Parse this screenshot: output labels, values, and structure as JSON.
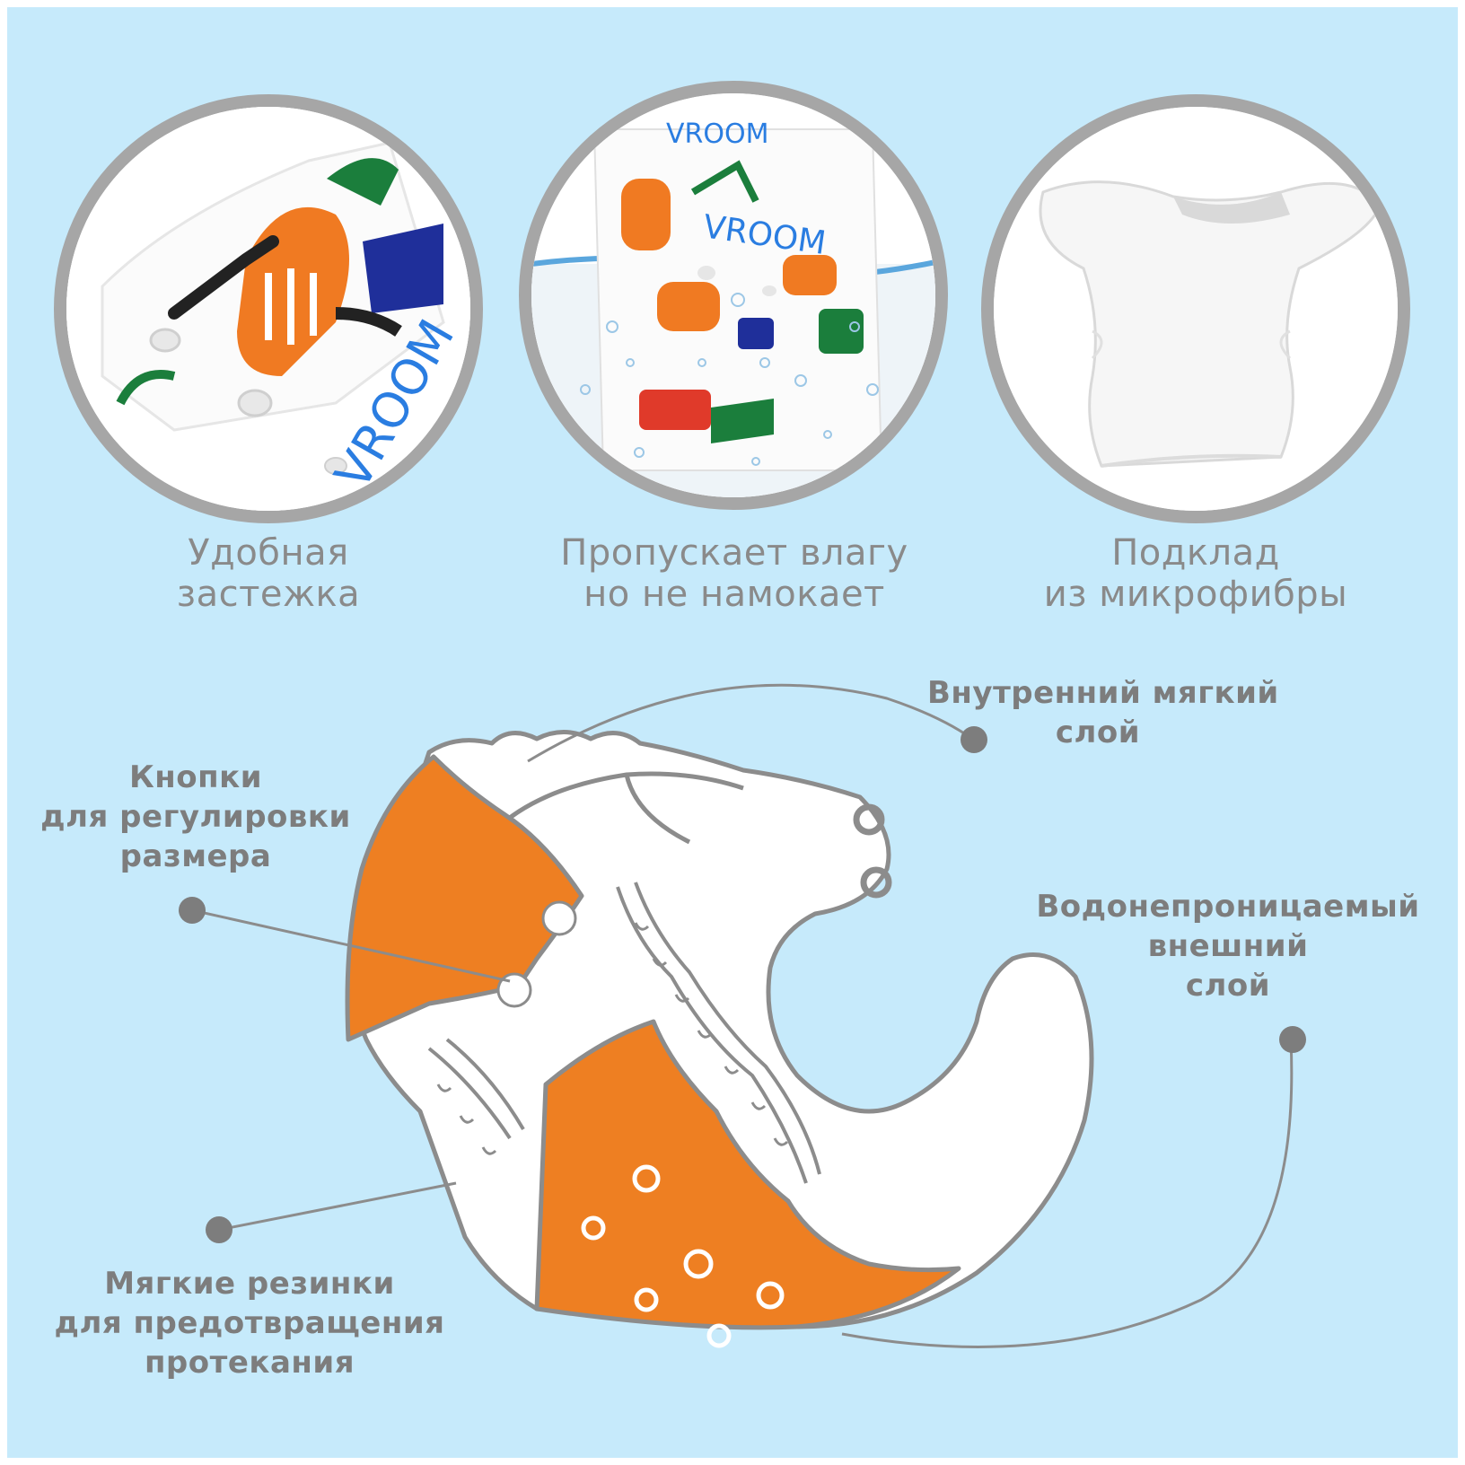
{
  "features": [
    {
      "line1": "Удобная",
      "line2": "застежка"
    },
    {
      "line1": "Пропускает влагу",
      "line2": "но не намокает"
    },
    {
      "line1": "Подклад",
      "line2": "из микрофибры"
    }
  ],
  "print_text": {
    "word": "VROOM"
  },
  "callouts": {
    "inner_layer": {
      "line1": "Внутренний мягкий",
      "line2": "слой"
    },
    "snaps": {
      "line1": "Кнопки",
      "line2": "для регулировки",
      "line3": "размера"
    },
    "outer_layer": {
      "line1": "Водонепроницаемый",
      "line2": "внешний",
      "line3": "слой"
    },
    "elastics": {
      "line1": "Мягкие резинки",
      "line2": "для предотвращения",
      "line3": "протекания"
    }
  },
  "colors": {
    "background": "#c6eafb",
    "ring": "#a6a6a6",
    "orange": "#ee7f22",
    "outline": "#8c8c8c",
    "text": "#8a8a8a"
  }
}
